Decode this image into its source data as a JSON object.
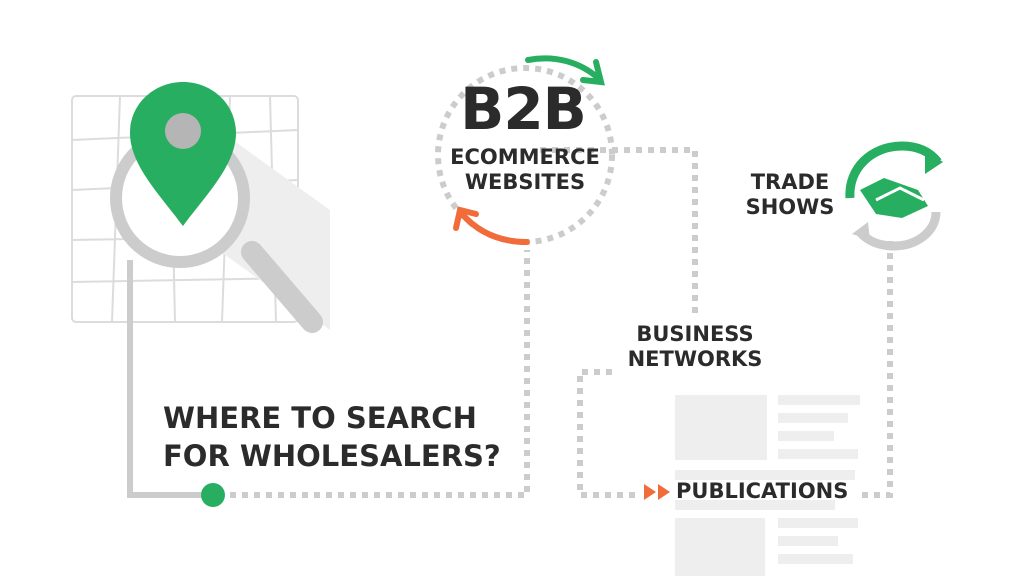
{
  "b2b": {
    "title": "B2B",
    "line1": "ECOMMERCE",
    "line2": "WEBSITES"
  },
  "trade_shows": {
    "line1": "TRADE",
    "line2": "SHOWS"
  },
  "business_networks": {
    "line1": "BUSINESS",
    "line2": "NETWORKS"
  },
  "publications": {
    "label": "PUBLICATIONS"
  },
  "headline": {
    "line1": "WHERE TO SEARCH",
    "line2": "FOR WHOLESALERS?"
  },
  "colors": {
    "green": "#27ae60",
    "orange": "#f26b3a",
    "gray": "#d4d4d4",
    "dark_text": "#2b2b2b"
  },
  "icons": [
    "map-icon",
    "location-pin-icon",
    "magnifier-icon",
    "cycle-arrows-icon",
    "handshake-icon",
    "newspaper-icon",
    "double-chevron-icon"
  ]
}
